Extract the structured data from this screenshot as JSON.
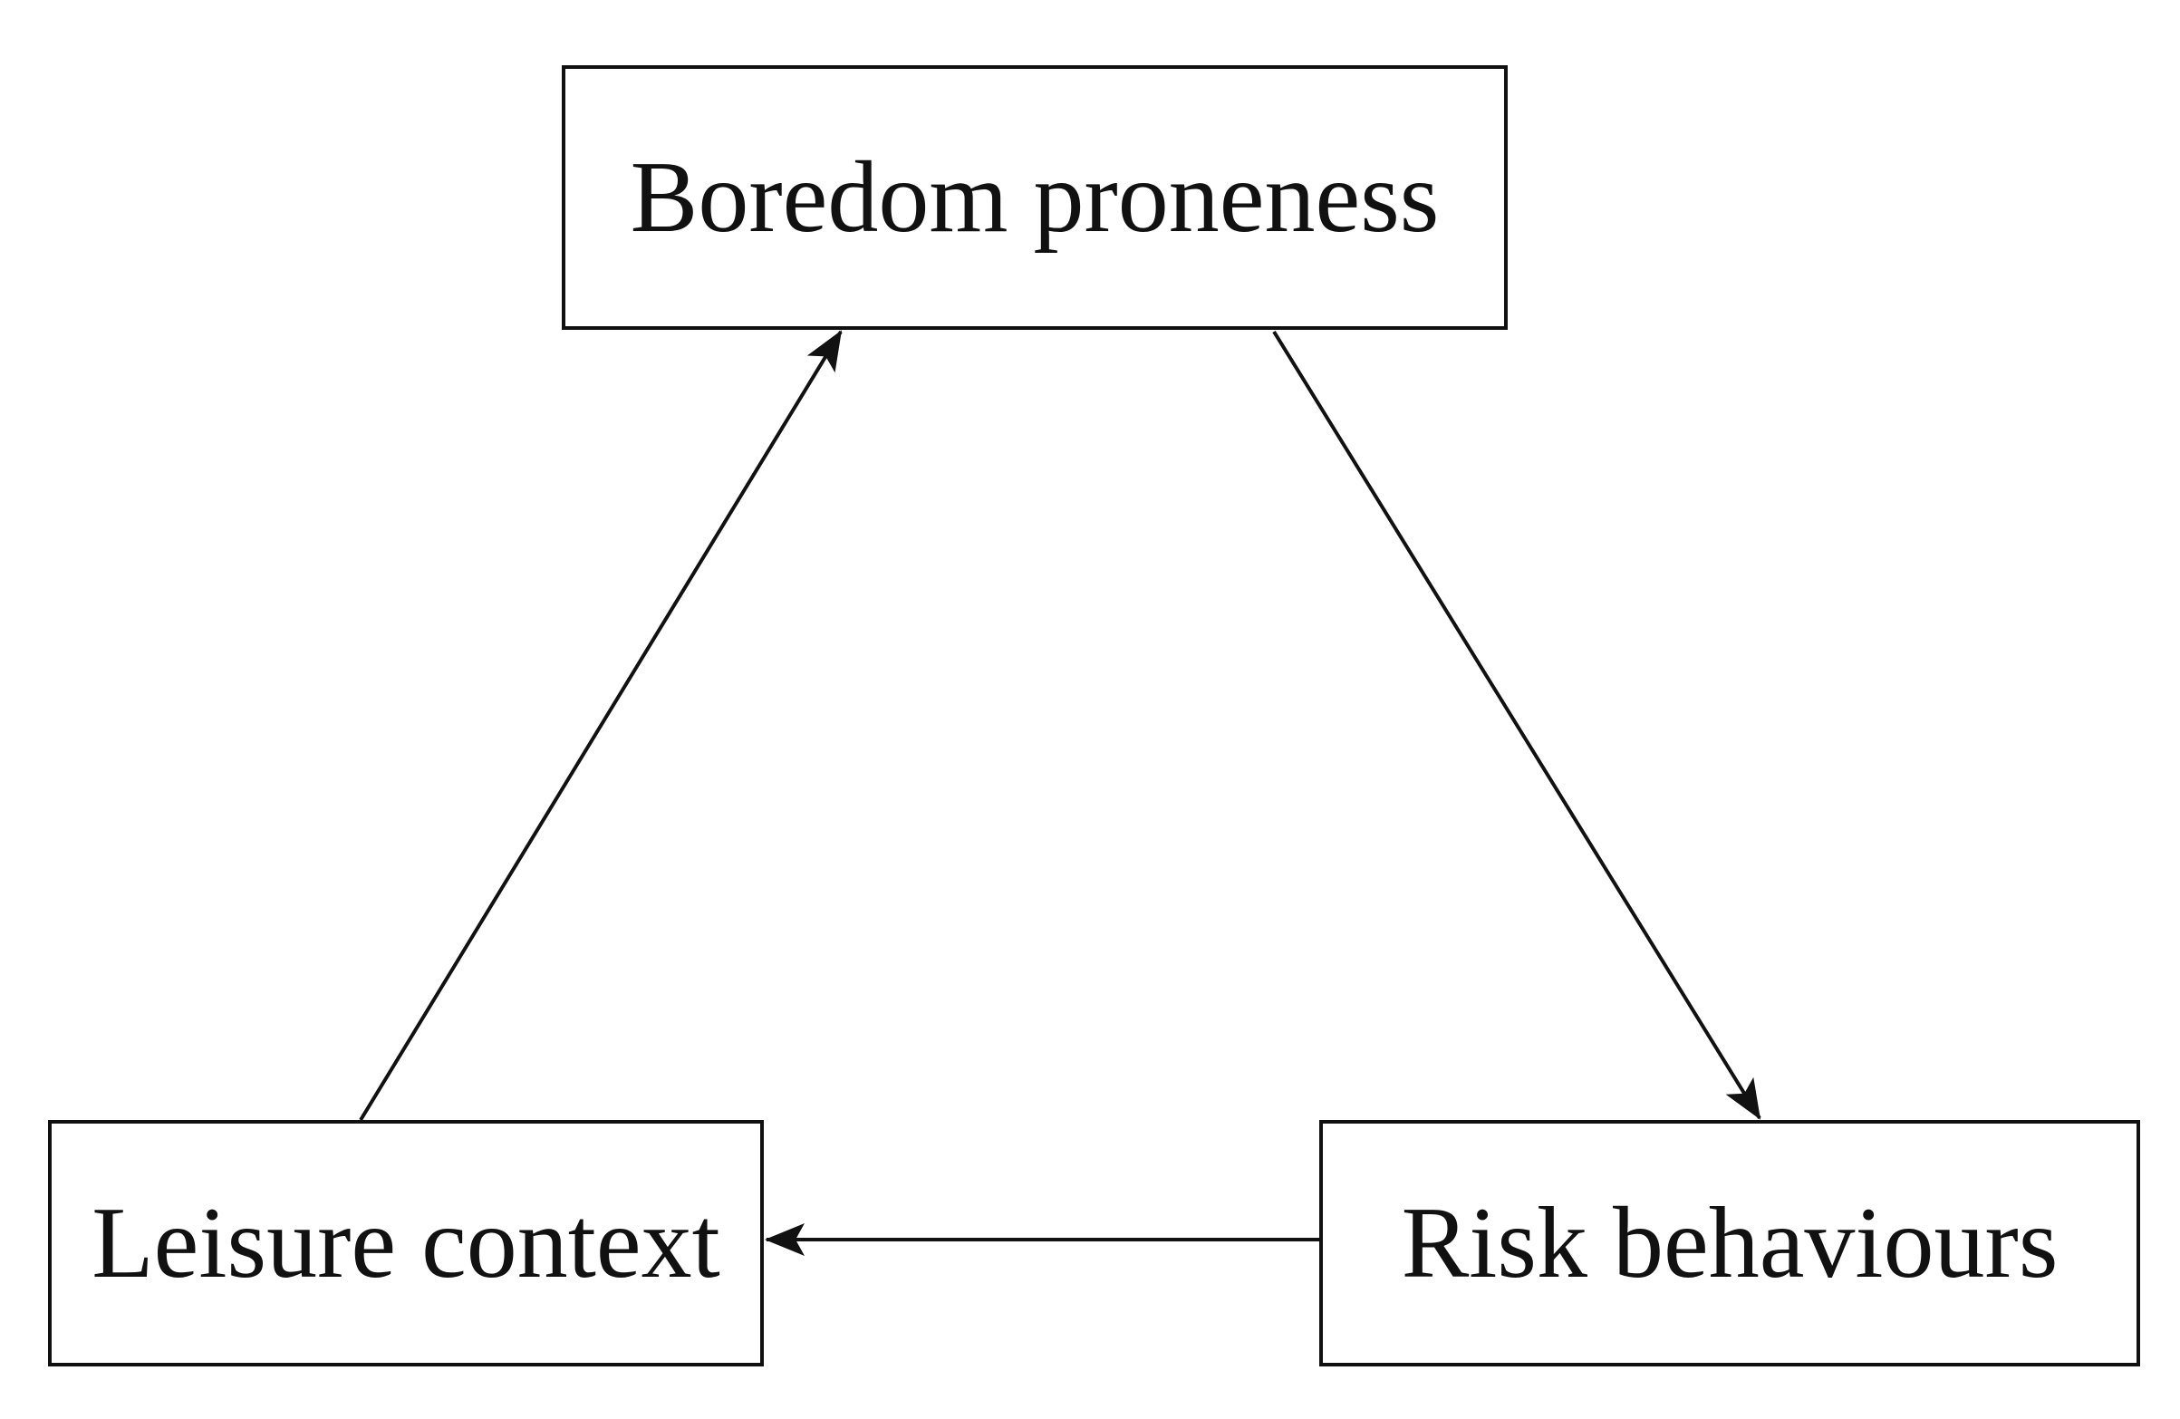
{
  "diagram": {
    "nodes": {
      "top": {
        "label": "Boredom proneness"
      },
      "left": {
        "label": "Leisure context"
      },
      "right": {
        "label": "Risk behaviours"
      }
    },
    "edges": [
      {
        "from": "left",
        "to": "top"
      },
      {
        "from": "top",
        "to": "right"
      },
      {
        "from": "right",
        "to": "left"
      }
    ],
    "colors": {
      "stroke": "#111111",
      "background": "#ffffff"
    }
  }
}
